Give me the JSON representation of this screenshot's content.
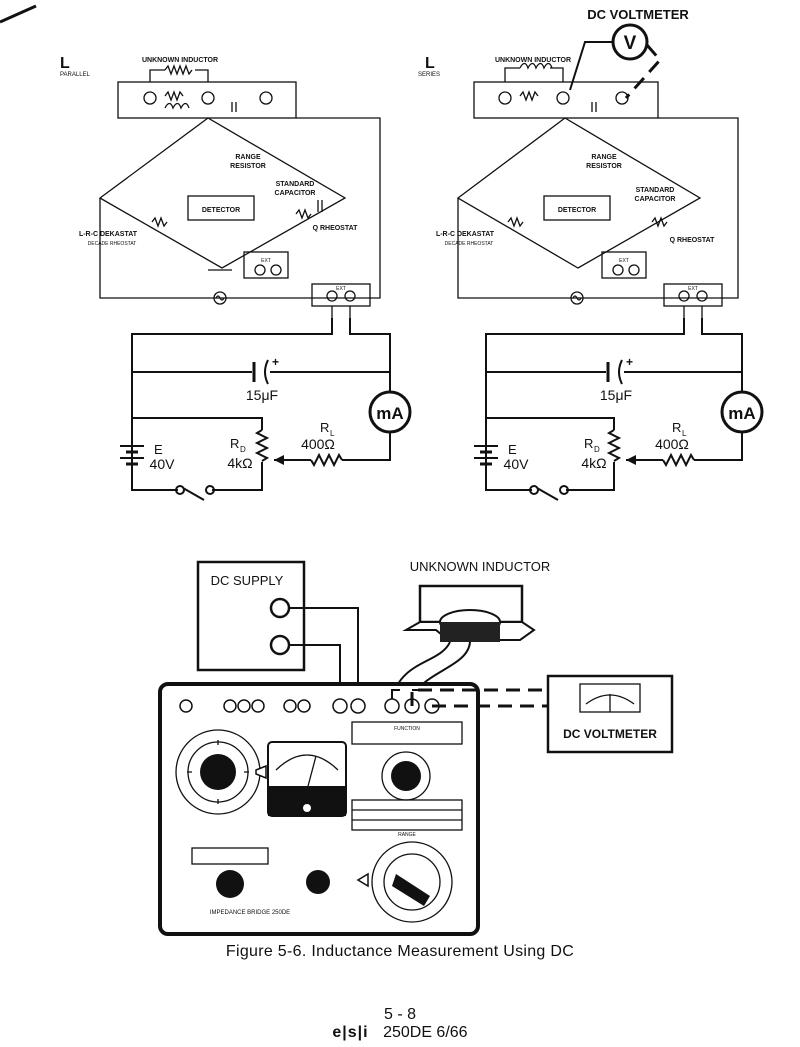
{
  "top_left": {
    "mode_letter": "L",
    "mode_word": "PARALLEL",
    "unknown_inductor": "UNKNOWN INDUCTOR",
    "range_resistor_1": "RANGE",
    "range_resistor_2": "RESISTOR",
    "detector": "DETECTOR",
    "std_cap_1": "STANDARD",
    "std_cap_2": "CAPACITOR",
    "q_rheostat": "Q RHEOSTAT",
    "dekastat_1": "L-R-C DEKASTAT",
    "dekastat_2": "DECADE RHEOSTAT",
    "ext": "EXT"
  },
  "top_right": {
    "mode_letter": "L",
    "mode_word": "SERIES",
    "unknown_inductor": "UNKNOWN INDUCTOR",
    "dc_voltmeter": "DC VOLTMETER",
    "voltmeter_symbol": "V",
    "range_resistor_1": "RANGE",
    "range_resistor_2": "RESISTOR",
    "detector": "DETECTOR",
    "std_cap_1": "STANDARD",
    "std_cap_2": "CAPACITOR",
    "q_rheostat": "Q RHEOSTAT",
    "dekastat_1": "L-R-C DEKASTAT",
    "dekastat_2": "DECADE RHEOSTAT",
    "ext": "EXT"
  },
  "dc_circuit": {
    "capacitor": "15μF",
    "ammeter": "mA",
    "rl_label": "R",
    "rl_sub": "L",
    "rl_value": "400Ω",
    "rd_label": "R",
    "rd_sub": "D",
    "rd_value": "4kΩ",
    "e_label": "E",
    "e_value": "40V"
  },
  "bottom": {
    "dc_supply": "DC SUPPLY",
    "unknown_inductor": "UNKNOWN INDUCTOR",
    "dc_voltmeter": "DC VOLTMETER",
    "bridge_name": "IMPEDANCE BRIDGE   250DE",
    "function": "FUNCTION",
    "range": "RANGE"
  },
  "caption": "Figure 5-6.  Inductance Measurement Using DC",
  "page_number": "5 - 8",
  "footer_logo": "e|s|i",
  "footer_model": "250DE   6/66"
}
